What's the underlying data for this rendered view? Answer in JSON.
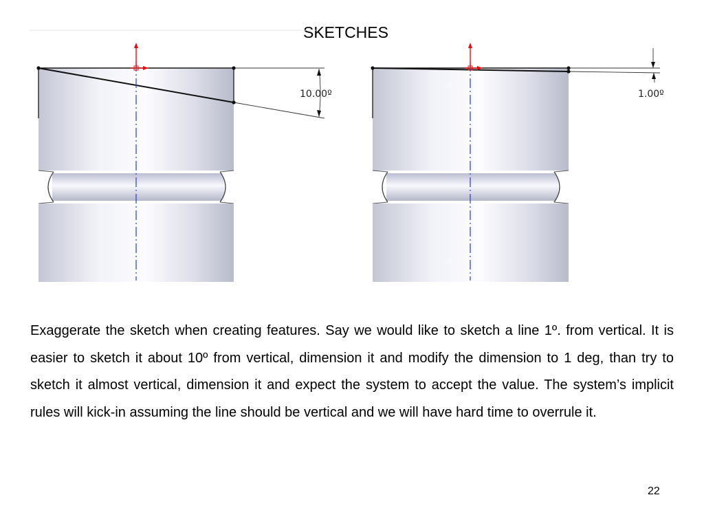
{
  "slide": {
    "title": "SKETCHES",
    "page_number": "22"
  },
  "figures": {
    "left": {
      "dimension_label": "10.00º",
      "line_angle_deg": 10
    },
    "right": {
      "dimension_label": "1.00º",
      "line_angle_deg": 1
    }
  },
  "body": {
    "paragraph": "Exaggerate the sketch when creating features.  Say we would like to sketch a line 1º. from vertical.  It is easier to sketch it about 10º from vertical, dimension it and modify the dimension to 1 deg, than try to sketch it almost vertical, dimension it and expect the system to accept the value.  The system’s implicit rules will kick-in assuming the line should be vertical and we will have hard time to overrule it."
  },
  "colors": {
    "centerline": "#1f3fd0",
    "origin_marker": "#e01010",
    "sketch_line": "#111111"
  }
}
